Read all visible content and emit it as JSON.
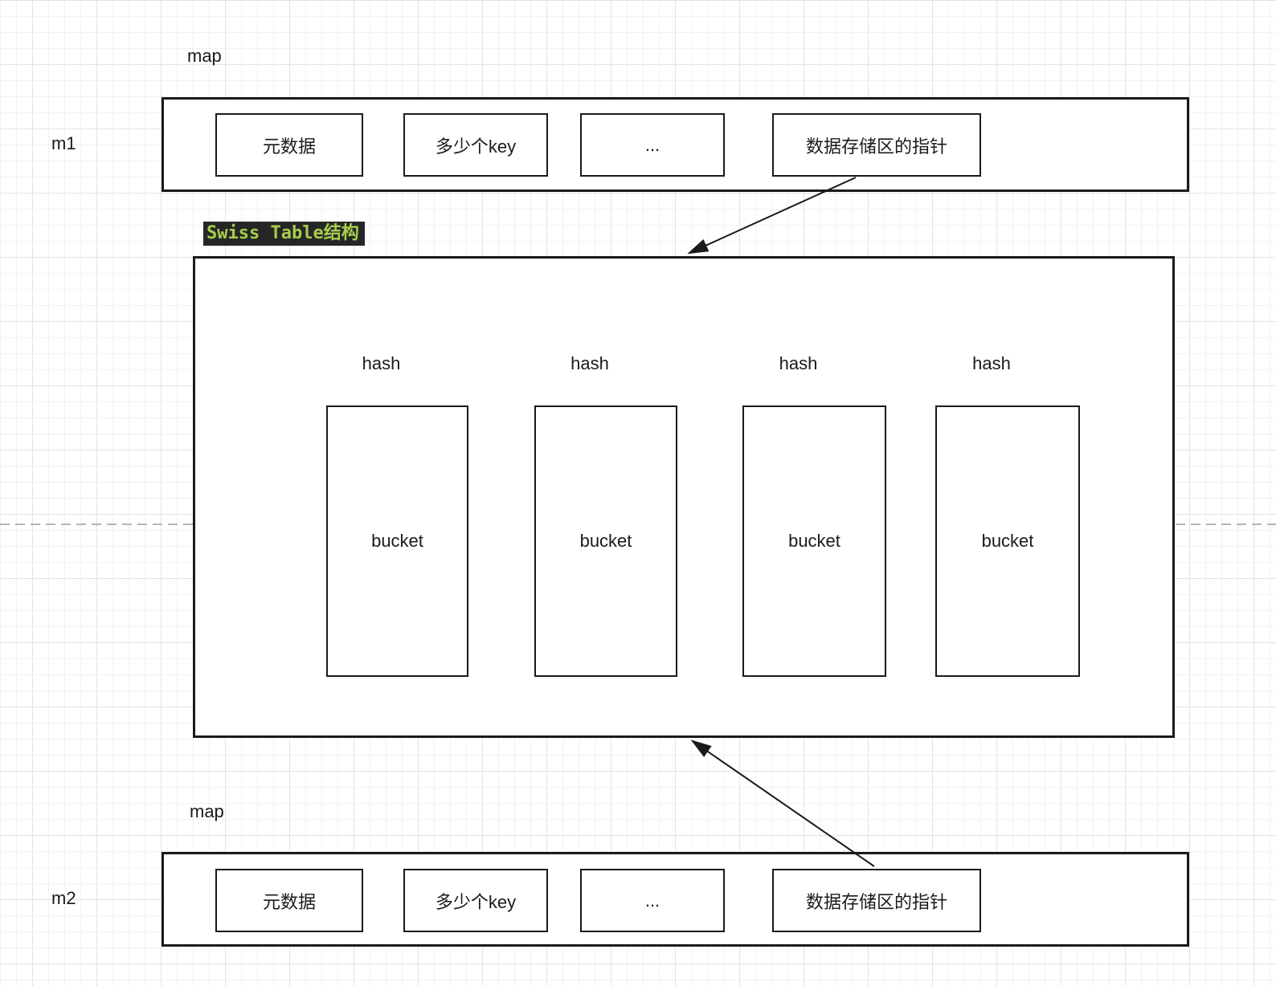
{
  "diagram": {
    "m1": {
      "name_label": "m1",
      "map_label": "map",
      "boxes": [
        "元数据",
        "多少个key",
        "...",
        "数据存储区的指针"
      ]
    },
    "m2": {
      "name_label": "m2",
      "map_label": "map",
      "boxes": [
        "元数据",
        "多少个key",
        "...",
        "数据存储区的指针"
      ]
    },
    "swiss": {
      "label": "Swiss Table结构",
      "hash_labels": [
        "hash",
        "hash",
        "hash",
        "hash"
      ],
      "buckets": [
        "bucket",
        "bucket",
        "bucket",
        "bucket"
      ]
    },
    "colors": {
      "stroke": "#1a1a1a",
      "badge_bg": "#262626",
      "badge_fg": "#a6ce4c",
      "dashed_line": "#b5b5b5"
    }
  }
}
